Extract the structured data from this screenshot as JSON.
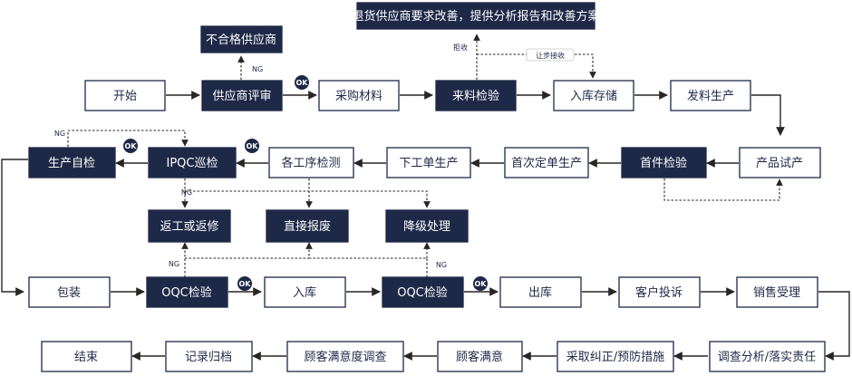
{
  "colors": {
    "dark_box": "#1e2847",
    "line": "#2a2525",
    "background": "#ffffff"
  },
  "top_note": "退货供应商要求改善，提供分析报告和改善方案",
  "nodes": {
    "start": "开始",
    "unqualified_supplier": "不合格供应商",
    "supplier_review": "供应商评审",
    "purchase_materials": "采购材料",
    "incoming_inspection": "来料检验",
    "warehousing_storage": "入库存储",
    "material_issue": "发料生产",
    "product_trial": "产品试产",
    "first_article_inspection": "首件检验",
    "first_batch_production": "首次定单生产",
    "work_order_production": "下工单生产",
    "process_inspection": "各工序检测",
    "ipqc_patrol": "IPQC巡检",
    "self_inspection": "生产自检",
    "rework": "返工或返修",
    "scrap": "直接报废",
    "downgrade": "降级处理",
    "packaging": "包装",
    "oqc_inspection_1": "OQC检验",
    "stock_in": "入库",
    "oqc_inspection_2": "OQC检验",
    "outbound": "出库",
    "customer_complaint": "客户投诉",
    "sales_acceptance": "销售受理",
    "investigate_analyze": "调查分析/落实责任",
    "corrective_actions": "采取纠正/预防措施",
    "customer_satisfaction": "顾客满意",
    "satisfaction_survey": "顾客满意度调查",
    "record_archive": "记录归档",
    "end": "结束"
  },
  "labels": {
    "ng": "NG",
    "ok": "OK",
    "reject": "拒收",
    "concession": "让步接收"
  }
}
